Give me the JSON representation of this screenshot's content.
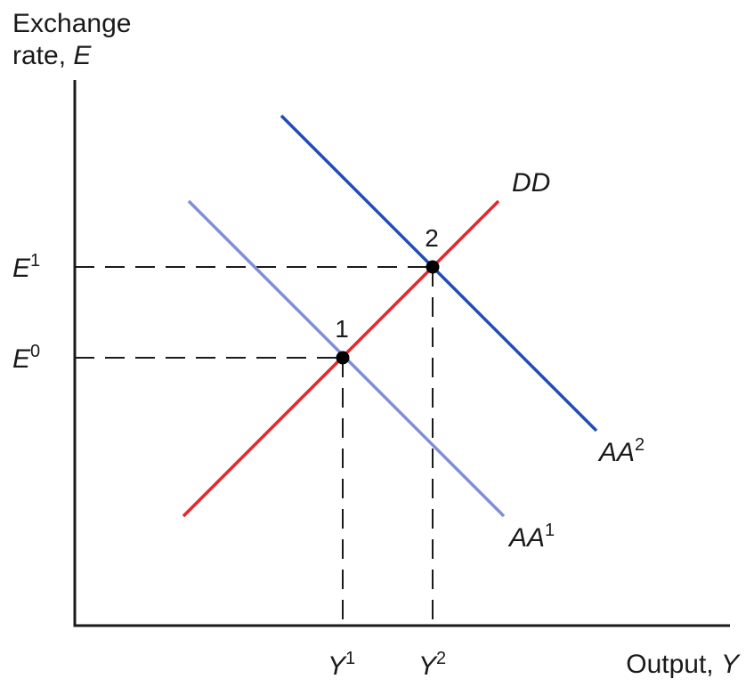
{
  "y_axis": {
    "title_line1": "Exchange",
    "title_line2_prefix": "rate, ",
    "title_line2_var": "E"
  },
  "x_axis": {
    "title_prefix": "Output, ",
    "title_var": "Y"
  },
  "curves": {
    "DD": {
      "name": "DD",
      "color": "#e8262b"
    },
    "AA1": {
      "base": "AA",
      "sup": "1",
      "color": "#7f8fd6"
    },
    "AA2": {
      "base": "AA",
      "sup": "2",
      "color": "#1f4eb4"
    }
  },
  "points": [
    {
      "label": "1"
    },
    {
      "label": "2"
    }
  ],
  "ticks": {
    "E1": {
      "base": "E",
      "sup": "1"
    },
    "E0": {
      "base": "E",
      "sup": "0"
    },
    "Y1": {
      "base": "Y",
      "sup": "1"
    },
    "Y2": {
      "base": "Y",
      "sup": "2"
    }
  },
  "colors": {
    "axis": "#1a1a1a",
    "guide": "#1a1a1a",
    "point": "#000000"
  }
}
